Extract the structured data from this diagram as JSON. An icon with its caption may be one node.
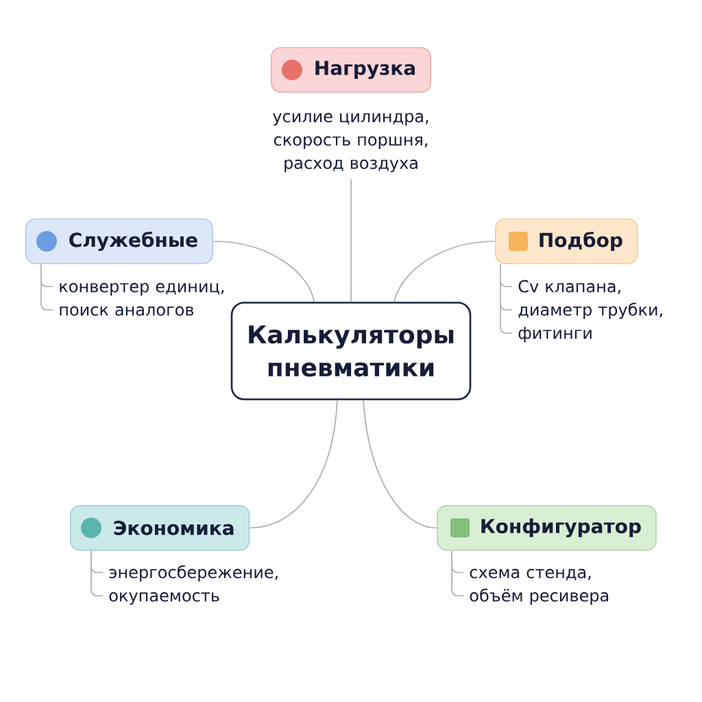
{
  "diagram": {
    "nodes": [
      {
        "text": [
          "Нагрузка"
        ]
      },
      {
        "text": [
          "усилие цилиндра, скорость поршня, расход воздуха"
        ]
      },
      {
        "text": [
          "Служебные"
        ]
      },
      {
        "text": [
          "конвертер единиц, поиск аналогов"
        ]
      },
      {
        "text": [
          "Подбор"
        ]
      },
      {
        "text": [
          "Cv клапана, диаметр трубки, фитинги"
        ]
      },
      {
        "text": [
          "Калькуляторы пневматики"
        ]
      },
      {
        "text": [
          "Экономика"
        ]
      },
      {
        "text": [
          "энергосбережение, окупаемость"
        ]
      },
      {
        "text": [
          "Конфигуратор"
        ]
      },
      {
        "text": [
          "схема стенда, объём ресивера"
        ]
      }
    ],
    "edges": [
      {
        "from": 6,
        "to": 1,
        "arrow": "none"
      },
      {
        "from": 6,
        "to": 2,
        "arrow": "none"
      },
      {
        "from": 6,
        "to": 4,
        "arrow": "none"
      },
      {
        "from": 6,
        "to": 7,
        "arrow": "none"
      },
      {
        "from": 6,
        "to": 9,
        "arrow": "none"
      },
      {
        "from": 2,
        "to": 3,
        "arrow": "none"
      },
      {
        "from": 4,
        "to": 5,
        "arrow": "none"
      },
      {
        "from": 7,
        "to": 8,
        "arrow": "none"
      },
      {
        "from": 9,
        "to": 10,
        "arrow": "none"
      }
    ]
  }
}
